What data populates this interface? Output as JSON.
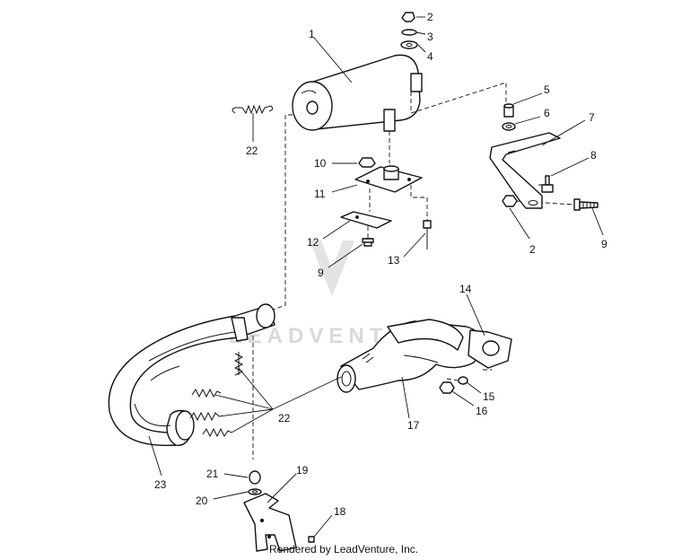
{
  "callouts": [
    {
      "key": "c1",
      "label": "1"
    },
    {
      "key": "c2a",
      "label": "2"
    },
    {
      "key": "c3",
      "label": "3"
    },
    {
      "key": "c4",
      "label": "4"
    },
    {
      "key": "c5",
      "label": "5"
    },
    {
      "key": "c6",
      "label": "6"
    },
    {
      "key": "c7",
      "label": "7"
    },
    {
      "key": "c8",
      "label": "8"
    },
    {
      "key": "c2b",
      "label": "2"
    },
    {
      "key": "c9a",
      "label": "9"
    },
    {
      "key": "c10",
      "label": "10"
    },
    {
      "key": "c11",
      "label": "11"
    },
    {
      "key": "c12",
      "label": "12"
    },
    {
      "key": "c9b",
      "label": "9"
    },
    {
      "key": "c13",
      "label": "13"
    },
    {
      "key": "c22a",
      "label": "22"
    },
    {
      "key": "c14",
      "label": "14"
    },
    {
      "key": "c15",
      "label": "15"
    },
    {
      "key": "c16",
      "label": "16"
    },
    {
      "key": "c17",
      "label": "17"
    },
    {
      "key": "c22b",
      "label": "22"
    },
    {
      "key": "c23",
      "label": "23"
    },
    {
      "key": "c21",
      "label": "21"
    },
    {
      "key": "c19",
      "label": "19"
    },
    {
      "key": "c20",
      "label": "20"
    },
    {
      "key": "c18",
      "label": "18"
    }
  ],
  "watermark": "LEADVENTURE",
  "footer": "Rendered by LeadVenture, Inc."
}
